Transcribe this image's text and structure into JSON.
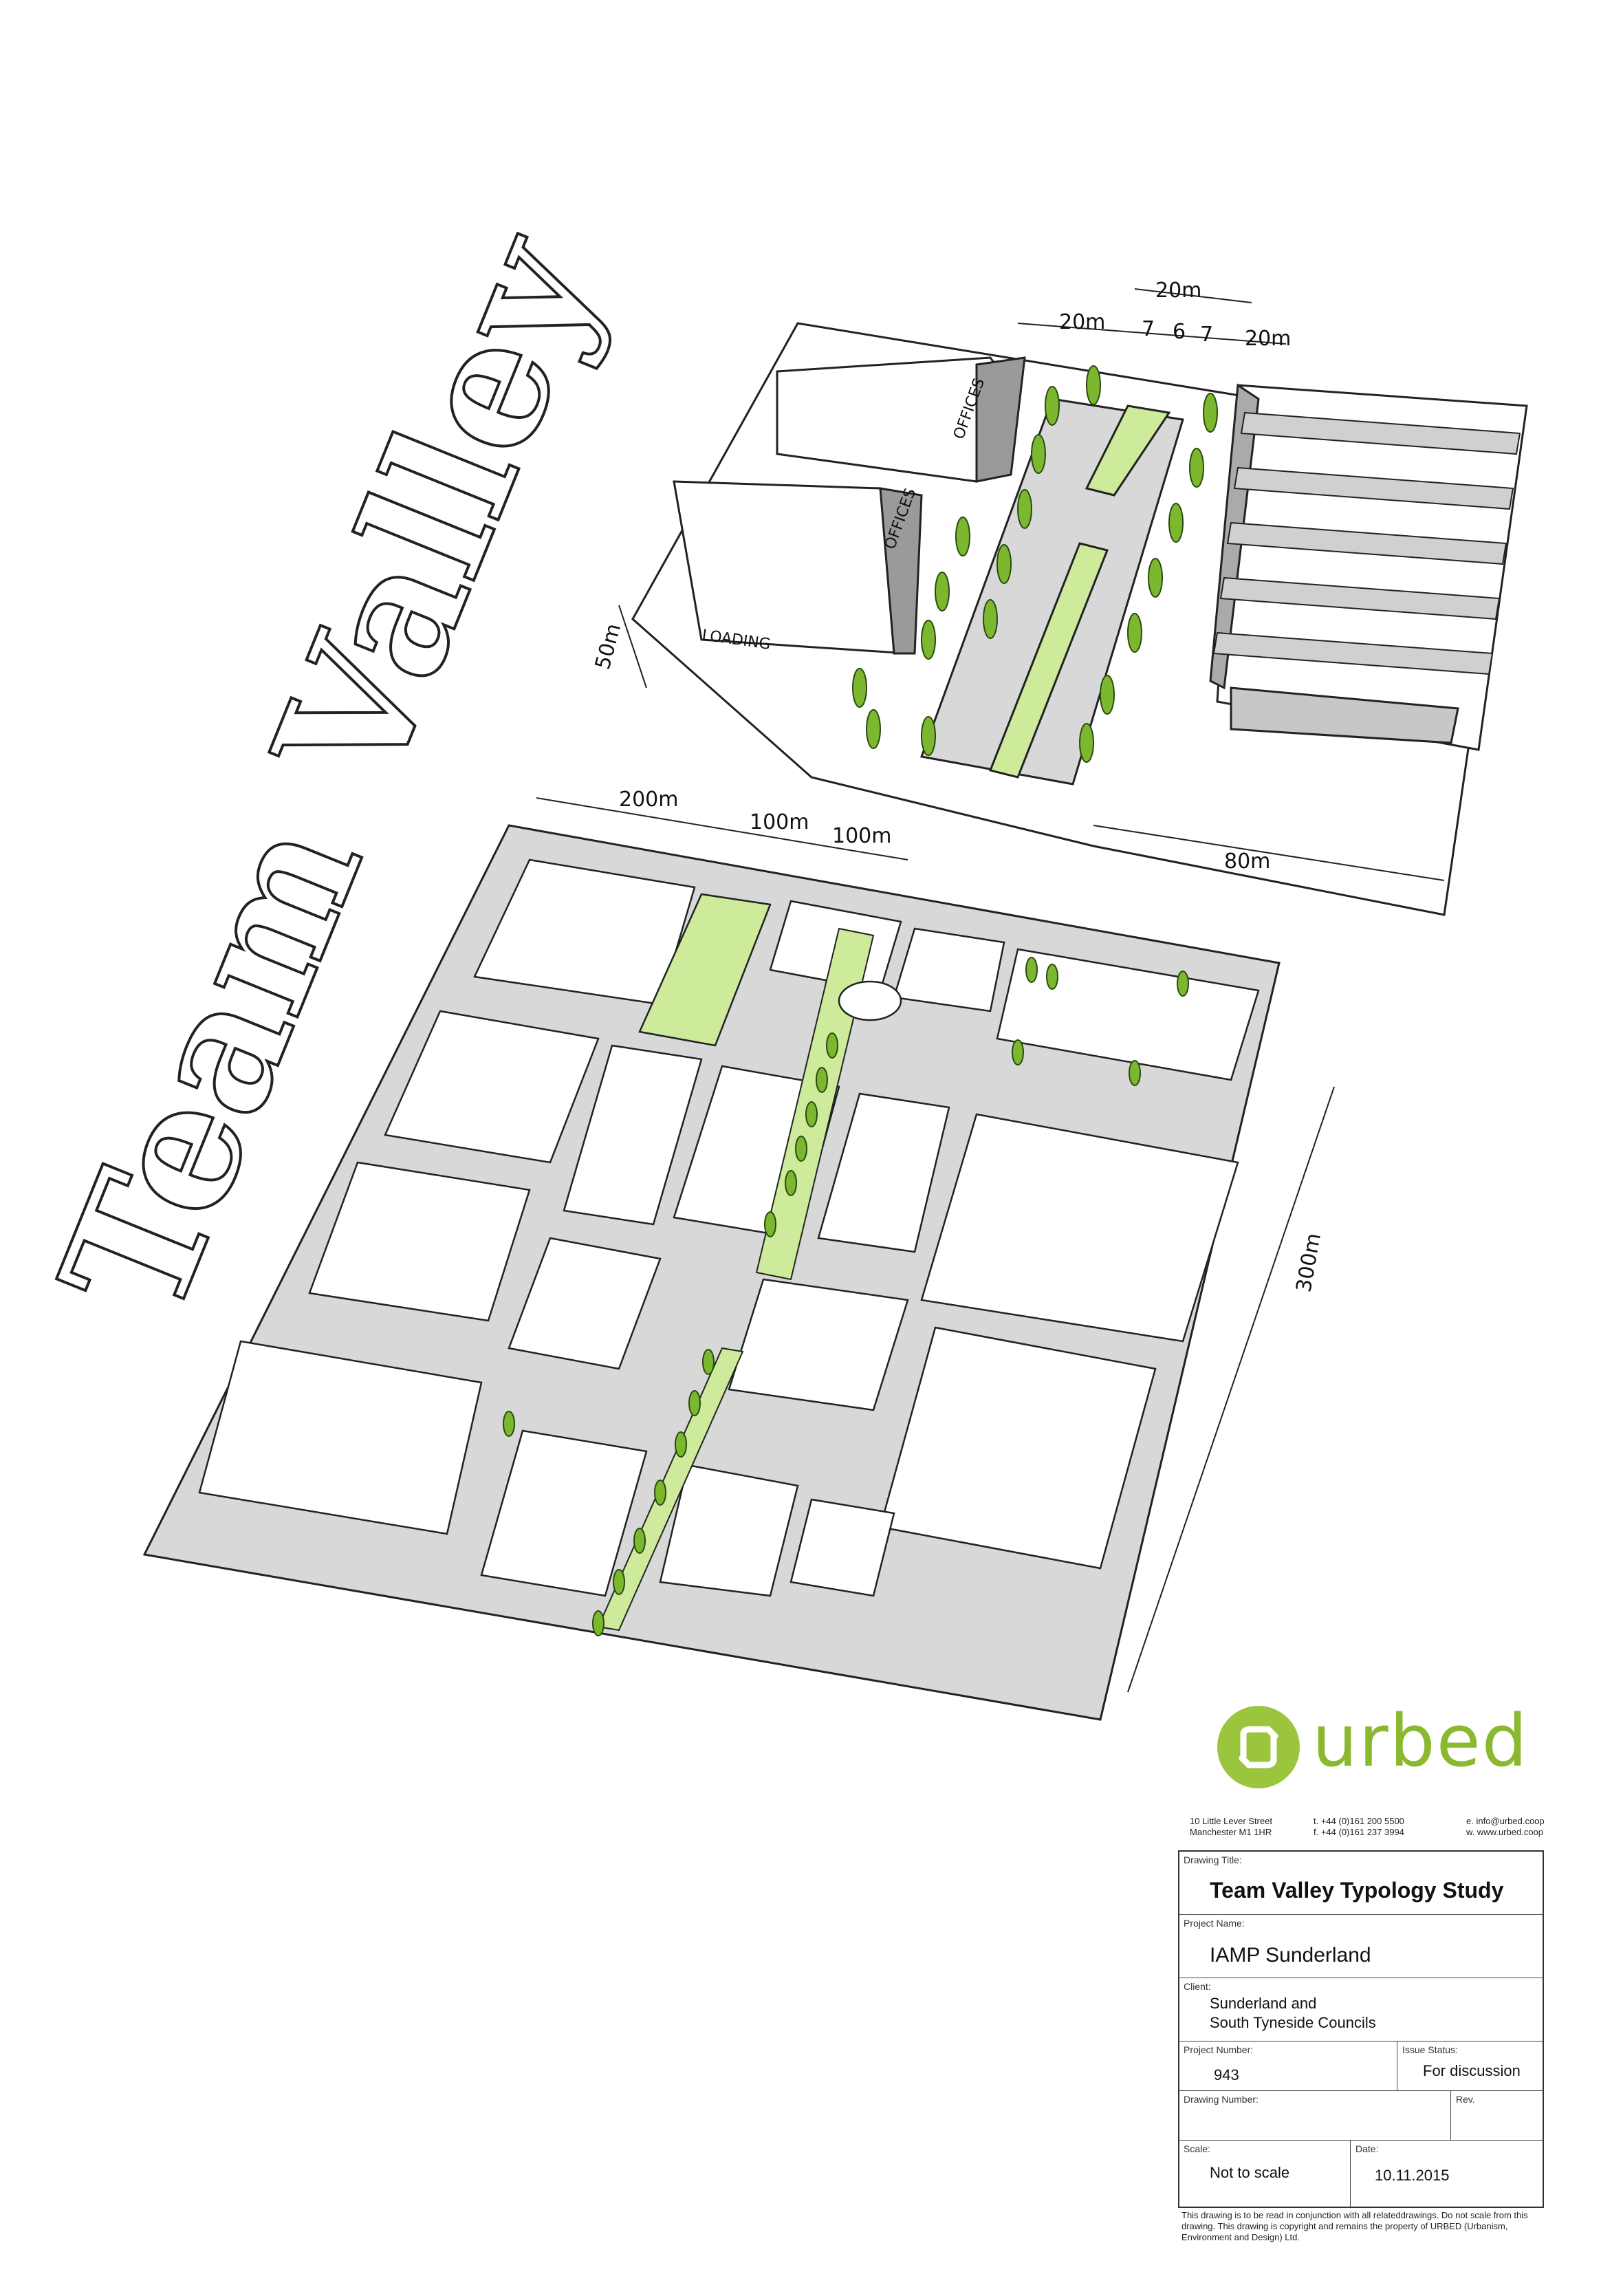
{
  "sketch": {
    "title": "Team Valley",
    "upper_dims": [
      "20m",
      "20m",
      "7",
      "6",
      "7",
      "20m",
      "50m",
      "80m"
    ],
    "upper_labels": [
      "OFFICES",
      "OFFICES",
      "LOADING"
    ],
    "lower_dims": [
      "200m",
      "100m",
      "100m",
      "300m"
    ]
  },
  "logo": {
    "text": "urbed",
    "icon": "urbed-logo-icon"
  },
  "contact": {
    "address": [
      "10 Little Lever Street",
      "Manchester M1 1HR"
    ],
    "phone": [
      "t. +44 (0)161 200 5500",
      "f. +44 (0)161 237 3994"
    ],
    "web": [
      "e. info@urbed.coop",
      "w. www.urbed.coop"
    ]
  },
  "titleblock": {
    "drawing_title_caption": "Drawing Title:",
    "drawing_title": "Team Valley Typology Study",
    "project_name_caption": "Project Name:",
    "project_name": "IAMP Sunderland",
    "client_caption": "Client:",
    "client_lines": [
      "Sunderland and",
      "South Tyneside Councils"
    ],
    "project_number_caption": "Project Number:",
    "project_number": "943",
    "issue_status_caption": "Issue Status:",
    "issue_status": "For discussion",
    "drawing_number_caption": "Drawing Number:",
    "drawing_number": "",
    "rev_caption": "Rev.",
    "scale_caption": "Scale:",
    "scale": "Not to scale",
    "date_caption": "Date:",
    "date": "10.11.2015"
  },
  "disclaimer": "This drawing is to be read in conjunction with all relateddrawings. Do not scale from this drawing. This drawing is copyright and remains the property of URBED (Urbanism, Environment and Design) Ltd.",
  "colors": {
    "accent_green": "#9bc53d",
    "road_grey": "#d8d8d8",
    "shadow_grey": "#b8b8b8"
  }
}
